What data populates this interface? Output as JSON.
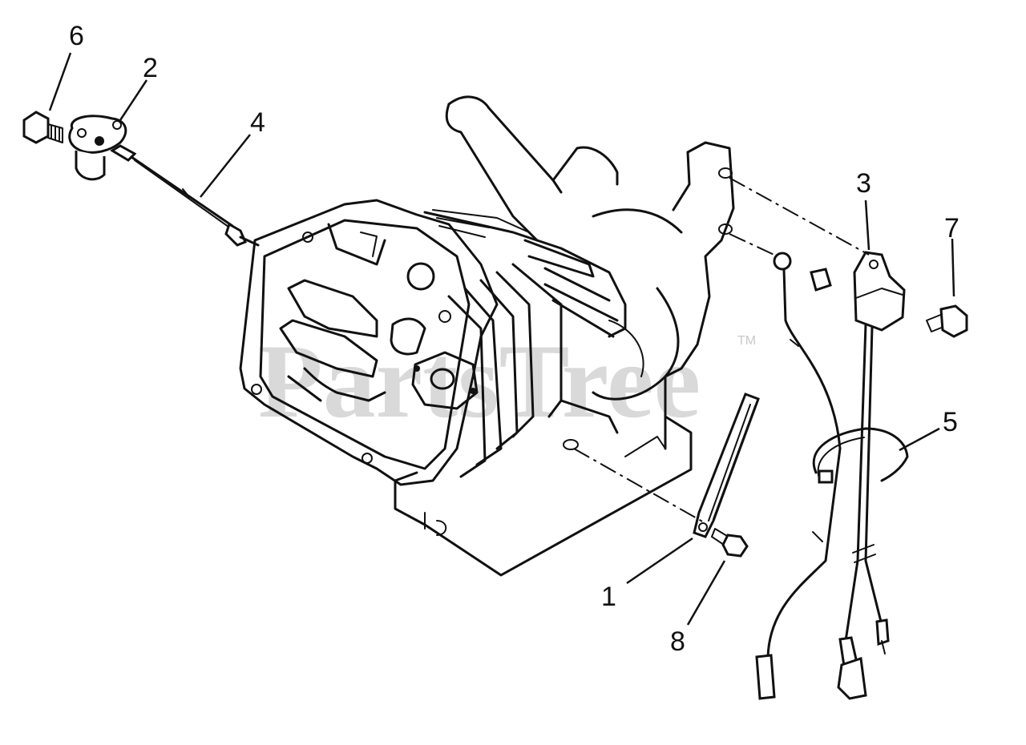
{
  "watermark": {
    "text": "PartsTree",
    "trademark": "TM"
  },
  "callouts": {
    "c1": "1",
    "c2": "2",
    "c3": "3",
    "c4": "4",
    "c5": "5",
    "c6": "6",
    "c7": "7",
    "c8": "8"
  }
}
